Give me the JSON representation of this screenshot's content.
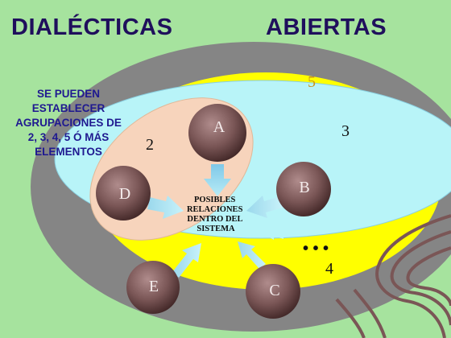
{
  "titles": {
    "left": "DIALÉCTICAS",
    "right": "ABIERTAS"
  },
  "caption": [
    "SE PUEDEN",
    "ESTABLECER",
    "AGRUPACIONES DE",
    "2, 3, 4, 5 Ó MÁS",
    "ELEMENTOS"
  ],
  "numbers": {
    "n2": "2",
    "n3": "3",
    "n4": "4",
    "n5": "5"
  },
  "nodes": {
    "a": "A",
    "b": "B",
    "c": "C",
    "d": "D",
    "e": "E"
  },
  "center_label": [
    "POSIBLES",
    "RELACIONES",
    "DENTRO DEL",
    "SISTEMA"
  ],
  "ellipsis": "• • •",
  "colors": {
    "background": "#a6e39e",
    "outer_ring": "#858585",
    "yellow_region": "#ffff00",
    "cyan_region": "#b8f4f8",
    "peach_region": "#f7d4bc",
    "node": "#7a5656",
    "title": "#1f0f5c",
    "caption": "#1f1990",
    "number_5": "#c8961e"
  }
}
